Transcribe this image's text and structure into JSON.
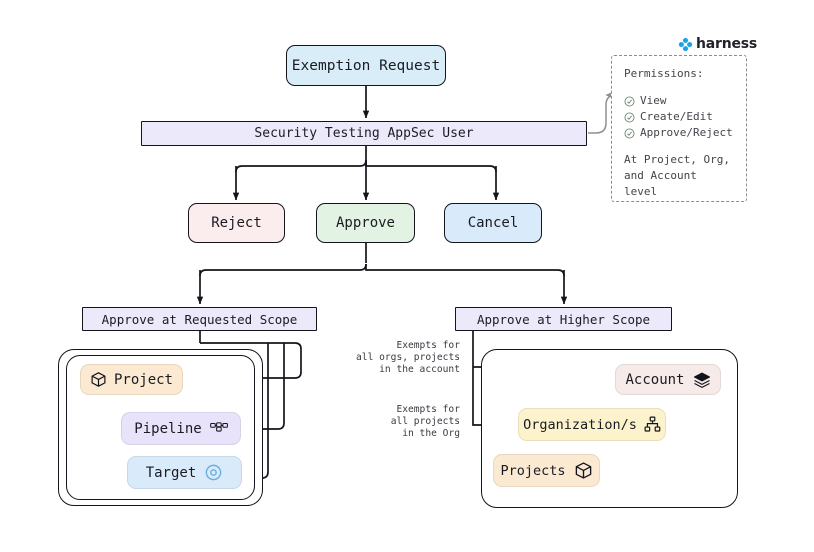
{
  "brand": {
    "name": "harness",
    "logo_icon": "harness-clover-icon",
    "accent": "#21a1e1"
  },
  "flow": {
    "start": {
      "label": "Exemption Request",
      "color": "#d9edf9"
    },
    "actor": {
      "label": "Security Testing AppSec User",
      "color": "#ece9fb"
    },
    "actions": [
      {
        "name": "reject",
        "label": "Reject",
        "color": "#fbeced"
      },
      {
        "name": "approve",
        "label": "Approve",
        "color": "#e2f3e3"
      },
      {
        "name": "cancel",
        "label": "Cancel",
        "color": "#d9ebfa"
      }
    ],
    "scopes": [
      {
        "name": "requested",
        "label": "Approve at Requested Scope",
        "color": "#ece9fb"
      },
      {
        "name": "higher",
        "label": "Approve at Higher Scope",
        "color": "#ece9fb"
      }
    ]
  },
  "requested_scope": {
    "items": [
      {
        "label": "Project",
        "icon": "cube-icon",
        "color": "#fbe9d2"
      },
      {
        "label": "Pipeline",
        "icon": "nodes-icon",
        "color": "#e8e3fa"
      },
      {
        "label": "Target",
        "icon": "bullseye-icon",
        "color": "#d9ebfa"
      }
    ]
  },
  "higher_scope": {
    "items": [
      {
        "label": "Account",
        "icon": "layers-icon",
        "color": "#f6ebe9"
      },
      {
        "label": "Organization/s",
        "icon": "sitemap-icon",
        "color": "#fcf3cd"
      },
      {
        "label": "Projects",
        "icon": "cube-icon",
        "color": "#fbe9d2"
      }
    ],
    "annotations": [
      {
        "name": "account-exempt",
        "text": "Exempts for\nall orgs, projects\nin the account"
      },
      {
        "name": "org-exempt",
        "text": "Exempts for\nall projects\nin the Org"
      }
    ]
  },
  "permissions": {
    "heading": "Permissions:",
    "items": [
      {
        "label": "View",
        "icon": "check-circle-icon"
      },
      {
        "label": "Create/Edit",
        "icon": "check-circle-icon"
      },
      {
        "label": "Approve/Reject",
        "icon": "check-circle-icon"
      }
    ],
    "footer_line1": "At Project, Org,",
    "footer_line2": "and Account level"
  }
}
